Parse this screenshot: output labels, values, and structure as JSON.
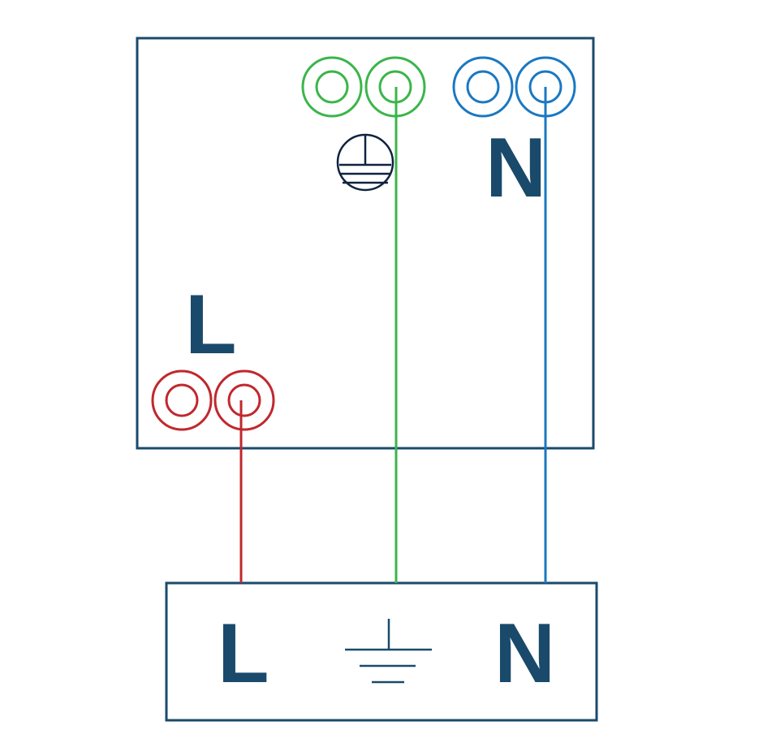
{
  "device": {
    "terminal_labels": {
      "live": "L",
      "neutral": "N"
    }
  },
  "supply": {
    "labels": {
      "live": "L",
      "neutral": "N"
    }
  },
  "colors": {
    "live": "#c0282e",
    "earth": "#3bb54a",
    "neutral": "#1a78c2",
    "outline": "#1a4a6b"
  }
}
